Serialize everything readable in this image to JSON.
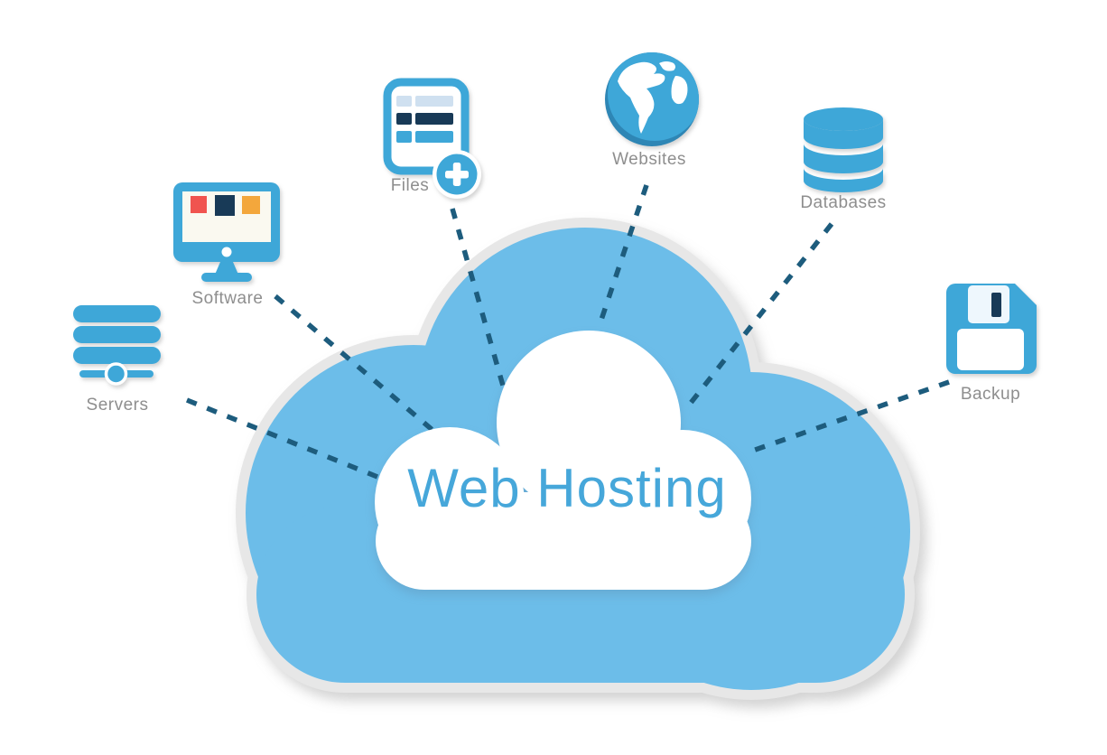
{
  "title": "Web Hosting",
  "nodes": [
    {
      "id": "servers",
      "label": "Servers",
      "icon": "servers-icon"
    },
    {
      "id": "software",
      "label": "Software",
      "icon": "software-icon"
    },
    {
      "id": "files",
      "label": "Files",
      "icon": "files-add-icon"
    },
    {
      "id": "websites",
      "label": "Websites",
      "icon": "globe-icon"
    },
    {
      "id": "databases",
      "label": "Databases",
      "icon": "database-icon"
    },
    {
      "id": "backup",
      "label": "Backup",
      "icon": "floppy-disk-icon"
    }
  ],
  "colors": {
    "cloud_blue": "#6cbde9",
    "icon_blue": "#3ea7d8",
    "globe_shade_blue": "#2e86b5",
    "dark_navy": "#183a57",
    "connector_dash": "#1d5c7d",
    "title_blue": "#46a7da",
    "label_gray": "#8e8e8e",
    "accent_red": "#f0544f",
    "accent_orange": "#f3a73c",
    "light_row_blue": "#cfe0f0",
    "cloud_outline_gray": "#e7e7e7",
    "screen_cream": "#faf9f0"
  }
}
